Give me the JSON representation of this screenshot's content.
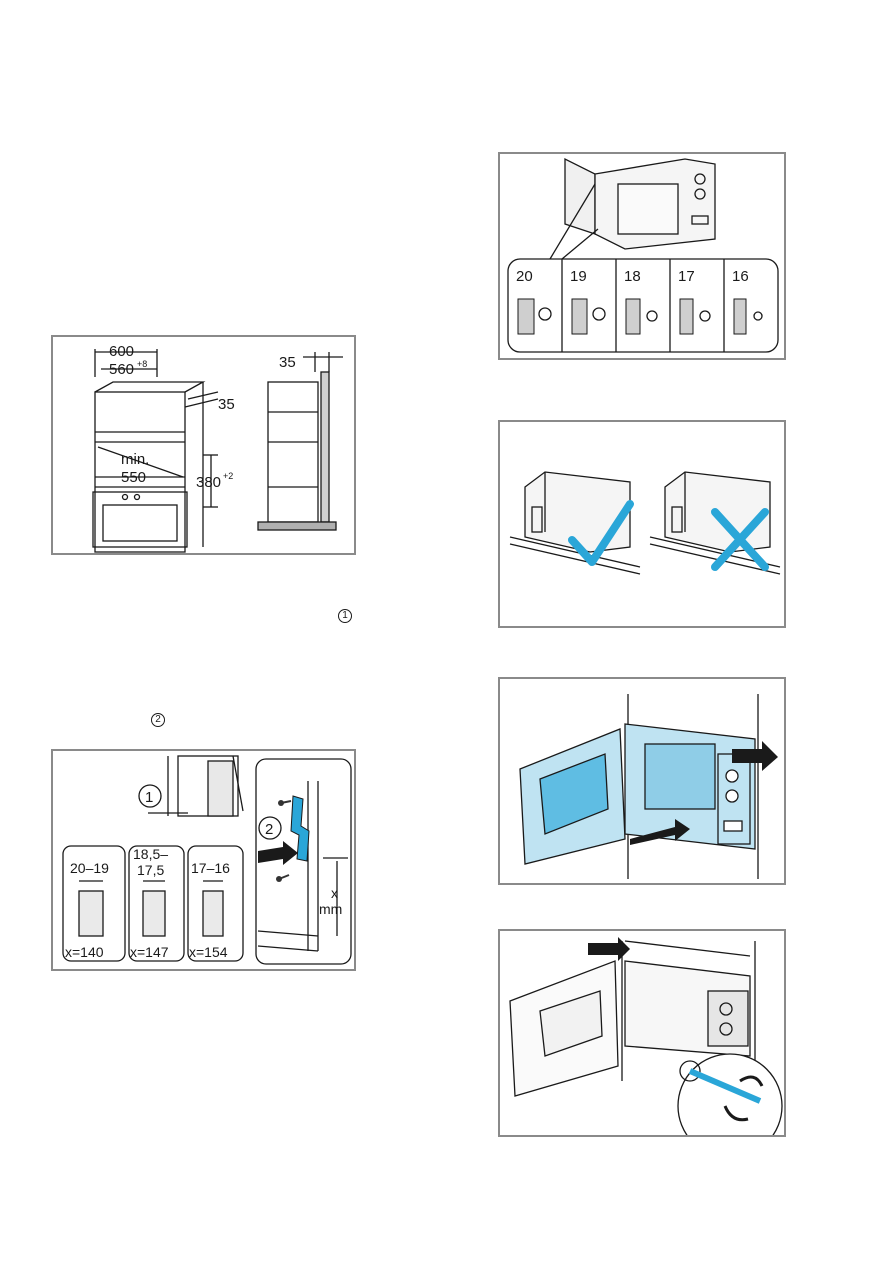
{
  "fig1": {
    "dim_600": "600",
    "dim_560": "560",
    "dim_560_sup": "+8",
    "dim_35_top": "35",
    "dim_min": "min.",
    "dim_550": "550",
    "dim_380": "380",
    "dim_380_sup": "+2",
    "dim_35_side": "35"
  },
  "markers": {
    "one": "1",
    "two": "2"
  },
  "fig2": {
    "callout_1": "1",
    "callout_2": "2",
    "panels": [
      {
        "range": "20–19",
        "x": "x=140"
      },
      {
        "range_a": "18,5–",
        "range_b": "17,5",
        "x": "x=147"
      },
      {
        "range": "17–16",
        "x": "x=154"
      }
    ],
    "x_label": "x",
    "mm_label": "mm"
  },
  "fig3": {
    "thicknesses": [
      "20",
      "19",
      "18",
      "17",
      "16"
    ]
  },
  "colors": {
    "accent_blue": "#2aa6d8",
    "light_blue": "#bfe3f2",
    "frame": "#8a8a8a"
  }
}
